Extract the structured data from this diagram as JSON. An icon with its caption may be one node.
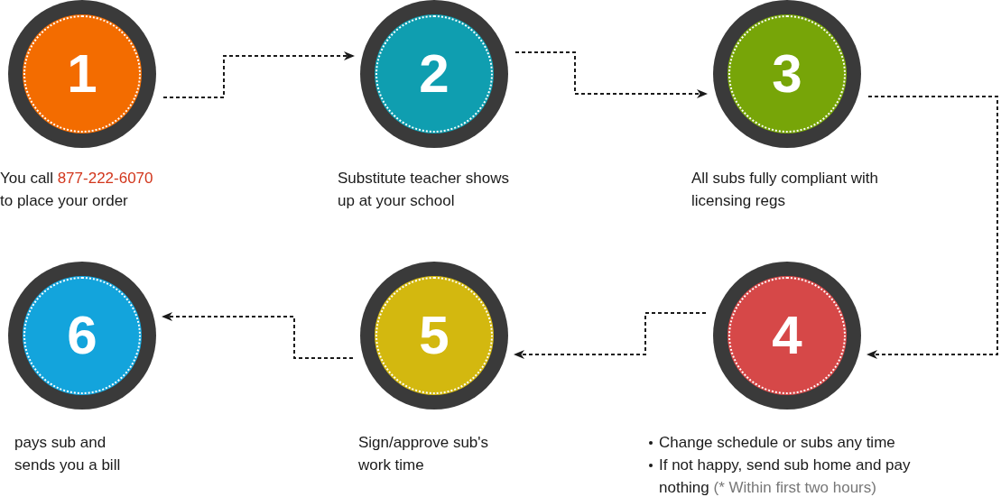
{
  "diagram": {
    "nodes": [
      {
        "text": [
          "1",
          "You call **877-222-6070** to place your order"
        ]
      },
      {
        "text": [
          "2",
          "Substitute teacher shows up at your school"
        ]
      },
      {
        "text": [
          "3",
          "All subs fully compliant with licensing regs"
        ]
      },
      {
        "text": [
          "4",
          "Change schedule or subs any time",
          "If not happy, send sub home and pay nothing **(* Within first two hours)**"
        ]
      },
      {
        "text": [
          "5",
          "Sign/approve sub's work time"
        ]
      },
      {
        "text": [
          "6",
          "pays sub and sends you a bill"
        ]
      }
    ],
    "edges": [
      {
        "from": 0,
        "to": 1,
        "arrow": "to",
        "style": "dashed"
      },
      {
        "from": 1,
        "to": 2,
        "arrow": "to",
        "style": "dashed"
      },
      {
        "from": 2,
        "to": 3,
        "arrow": "to",
        "style": "dashed"
      },
      {
        "from": 3,
        "to": 4,
        "arrow": "to",
        "style": "dashed"
      },
      {
        "from": 4,
        "to": 5,
        "arrow": "to",
        "style": "dashed"
      }
    ]
  }
}
